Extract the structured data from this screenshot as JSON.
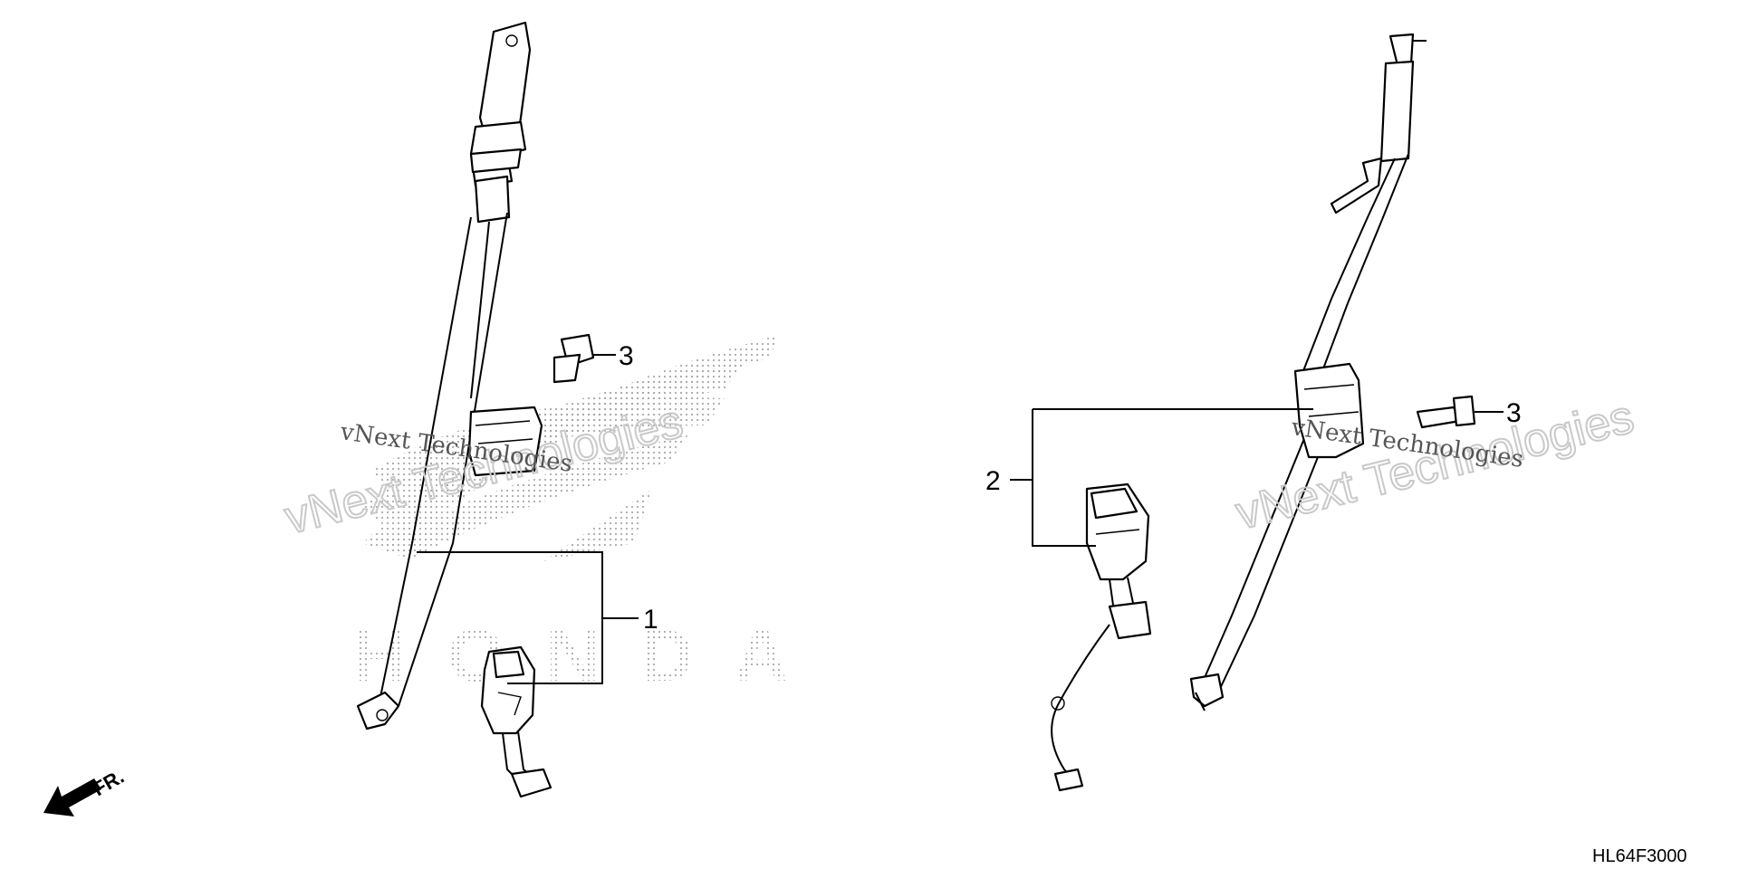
{
  "diagram": {
    "part_code": "HL64F3000",
    "direction_label": "FR.",
    "callouts": [
      "1",
      "2",
      "3",
      "3"
    ],
    "logo_text": "HONDA",
    "watermarks": [
      "vNext Technologies",
      "vNext Technologies",
      "vNext Technologies",
      "vNext Technologies"
    ]
  }
}
